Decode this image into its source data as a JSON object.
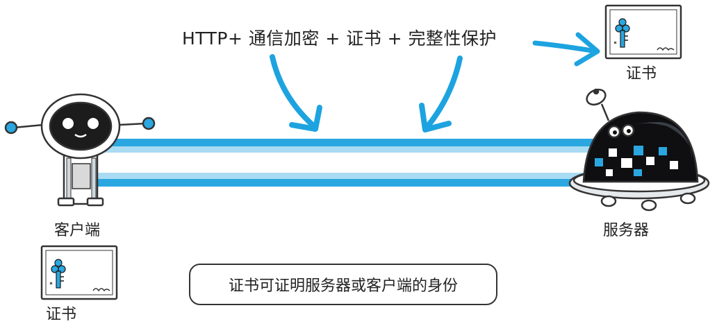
{
  "headline": "HTTP+ 通信加密 + 证书 + 完整性保护",
  "certificate_top_label": "证书",
  "client_label": "客户端",
  "server_label": "服务器",
  "certificate_bottom_label": "证书",
  "note": "证书可证明服务器或客户端的身份",
  "colors": {
    "line_blue": "#2aa7e0",
    "line_light": "#a9dbf3",
    "arrow_blue": "#1da3e0",
    "outline": "#333333",
    "robot_face": "#1c1c1c",
    "server_dome": "#0f0f12"
  },
  "icons": [
    "certificate-icon",
    "client-robot-icon",
    "server-robot-icon",
    "down-arrow-icon",
    "right-arrow-icon"
  ]
}
